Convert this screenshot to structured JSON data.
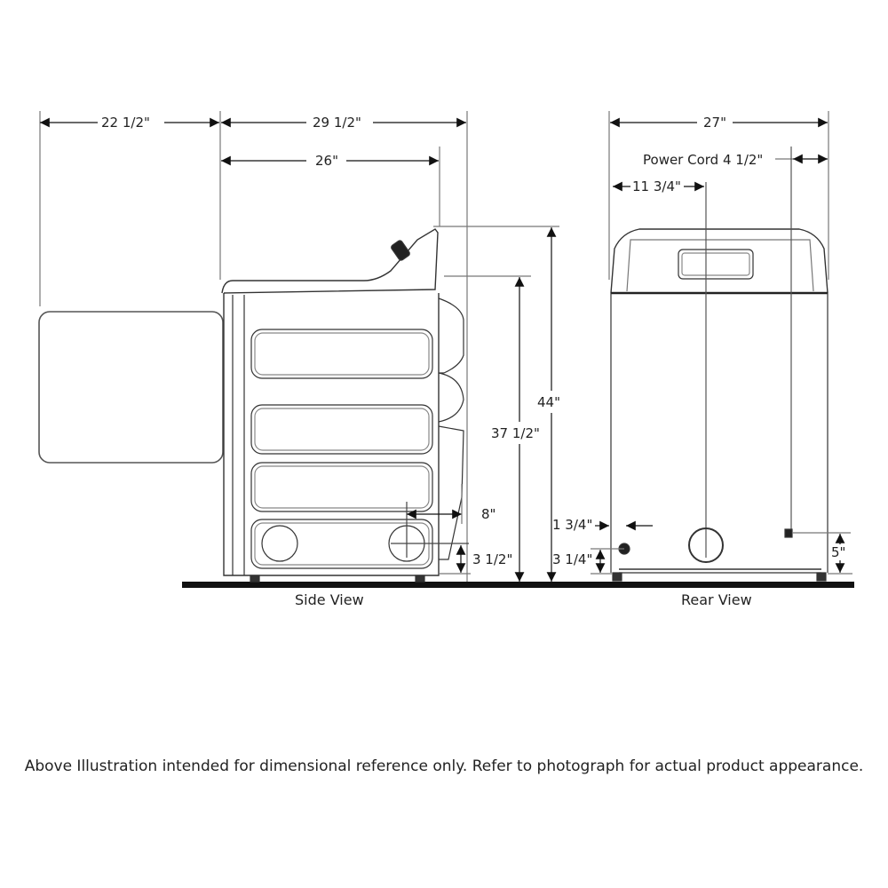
{
  "side_view": {
    "caption": "Side View",
    "dims": {
      "door_open_depth": "22 1/2\"",
      "overall_depth": "29 1/2\"",
      "cabinet_depth": "26\"",
      "total_height": "44\"",
      "cabinet_height": "37 1/2\"",
      "vent_offset_depth": "8\"",
      "vent_height": "3 1/2\""
    }
  },
  "rear_view": {
    "caption": "Rear View",
    "dims": {
      "width": "27\"",
      "power_cord": "Power Cord 4 1/2\"",
      "vent_center": "11 3/4\"",
      "gas_inlet_side": "1 3/4\"",
      "gas_inlet_height": "3 1/4\"",
      "power_cord_height": "5\""
    }
  },
  "footnote": "Above Illustration intended for dimensional reference only. Refer to photograph for actual product appearance."
}
